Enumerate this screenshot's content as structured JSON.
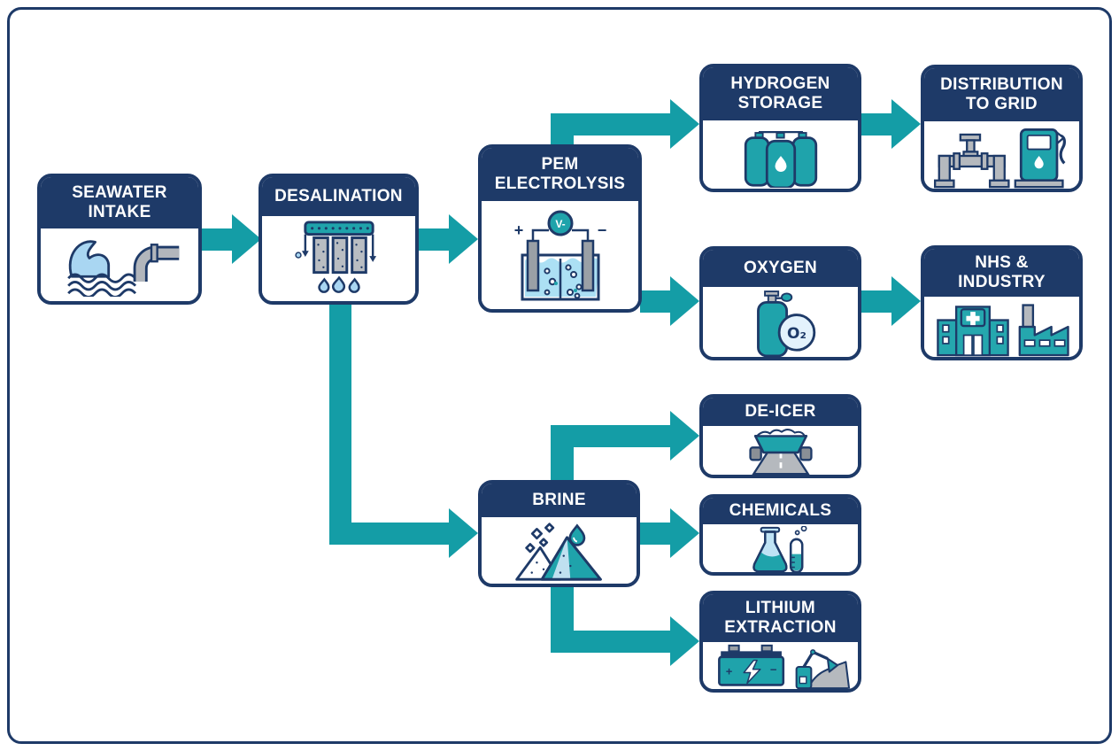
{
  "diagram": {
    "type": "flowchart",
    "description": "Seawater desalination and hydrogen production process flow",
    "colors": {
      "node_border": "#1e3a68",
      "header_background": "#1e3a68",
      "header_text": "#ffffff",
      "arrow": "#149da6",
      "icon_teal": "#1fa3ab",
      "icon_light_blue": "#a9d6f2",
      "icon_gray": "#b2b6bc",
      "background": "#ffffff"
    },
    "nodes": [
      {
        "id": "seawater-intake",
        "label": "SEAWATER\nINTAKE",
        "icon": "wave-pipe-icon"
      },
      {
        "id": "desalination",
        "label": "DESALINATION",
        "icon": "filter-icon"
      },
      {
        "id": "pem-electrolysis",
        "label": "PEM\nELECTROLYSIS",
        "icon": "electrolysis-cell-icon"
      },
      {
        "id": "hydrogen-storage",
        "label": "HYDROGEN\nSTORAGE",
        "icon": "gas-cylinders-icon"
      },
      {
        "id": "distribution-to-grid",
        "label": "DISTRIBUTION\nTO GRID",
        "icon": "pipeline-fuel-pump-icon"
      },
      {
        "id": "oxygen",
        "label": "OXYGEN",
        "icon": "oxygen-cylinder-icon"
      },
      {
        "id": "nhs-industry",
        "label": "NHS &\nINDUSTRY",
        "icon": "hospital-factory-icon"
      },
      {
        "id": "brine",
        "label": "BRINE",
        "icon": "salt-pile-droplet-icon"
      },
      {
        "id": "de-icer",
        "label": "DE-ICER",
        "icon": "gritter-road-icon"
      },
      {
        "id": "chemicals",
        "label": "CHEMICALS",
        "icon": "flask-test-tube-icon"
      },
      {
        "id": "lithium-extraction",
        "label": "LITHIUM\nEXTRACTION",
        "icon": "battery-excavator-icon"
      }
    ],
    "icon_text": {
      "voltmeter": "V-",
      "electrode_plus": "+",
      "electrode_minus": "−",
      "oxygen_badge": "O₂",
      "battery_plus": "+",
      "battery_minus": "−"
    },
    "edges": [
      {
        "from": "seawater-intake",
        "to": "desalination",
        "shape": "straight"
      },
      {
        "from": "desalination",
        "to": "pem-electrolysis",
        "shape": "straight"
      },
      {
        "from": "pem-electrolysis",
        "to": "hydrogen-storage",
        "shape": "elbow-up"
      },
      {
        "from": "hydrogen-storage",
        "to": "distribution-to-grid",
        "shape": "straight"
      },
      {
        "from": "pem-electrolysis",
        "to": "oxygen",
        "shape": "straight"
      },
      {
        "from": "oxygen",
        "to": "nhs-industry",
        "shape": "straight"
      },
      {
        "from": "desalination",
        "to": "brine",
        "shape": "elbow-down"
      },
      {
        "from": "brine",
        "to": "de-icer",
        "shape": "elbow-up"
      },
      {
        "from": "brine",
        "to": "chemicals",
        "shape": "straight"
      },
      {
        "from": "brine",
        "to": "lithium-extraction",
        "shape": "elbow-down"
      }
    ]
  }
}
